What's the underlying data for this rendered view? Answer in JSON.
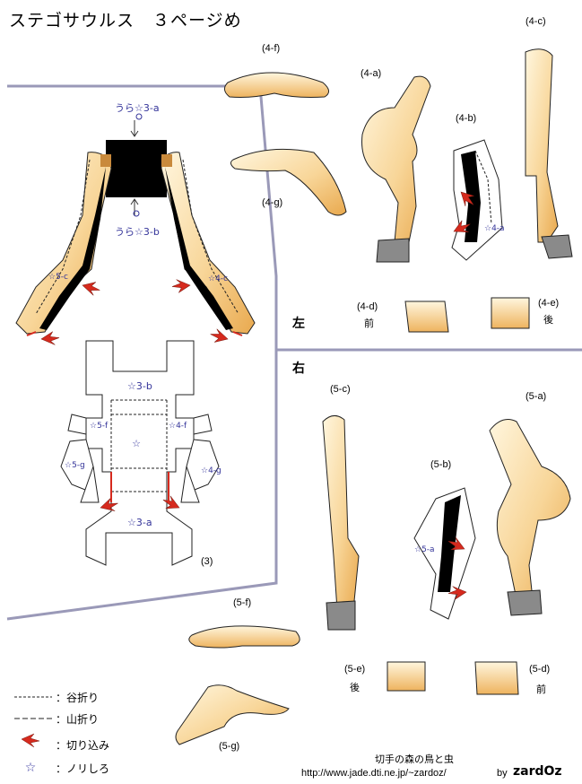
{
  "title": "ステゴサウルス　３ページめ",
  "labels": {
    "p4f": "(4-f)",
    "p4g": "(4-g)",
    "p4a": "(4-a)",
    "p4b": "(4-b)",
    "p4c": "(4-c)",
    "p4d": "(4-d)",
    "p4e": "(4-e)",
    "p5c": "(5-c)",
    "p5a": "(5-a)",
    "p5b": "(5-b)",
    "p5f": "(5-f)",
    "p5g": "(5-g)",
    "p5e": "(5-e)",
    "p5d": "(5-d)",
    "p3": "(3)"
  },
  "sides": {
    "left": "左",
    "right": "右"
  },
  "legs": {
    "front": "前",
    "back": "後"
  },
  "glue_marks": {
    "ura_3a": "うら☆3-a",
    "ura_3b": "うら☆3-b",
    "s3b": "☆3-b",
    "s3a": "☆3-a",
    "s4f": "☆4-f",
    "s5f": "☆5-f",
    "s4g": "☆4-g",
    "s5g": "☆5-g",
    "s4c": "☆4-c",
    "s5c": "☆5-c",
    "s4a": "☆4-a",
    "s5a": "☆5-a"
  },
  "legend": [
    {
      "label": "：谷折り"
    },
    {
      "label": "：山折り"
    },
    {
      "label": "：切り込み"
    },
    {
      "label": "：ノリしろ"
    }
  ],
  "credit": {
    "site": "切手の森の鳥と虫",
    "url": "http://www.jade.dti.ne.jp/~zardoz/",
    "by": "by",
    "brand": "zardOz"
  },
  "colors": {
    "bone": "#f5cf84",
    "bone_light": "#fff4d8",
    "panel_line": "#9a99b8",
    "cut": "#d62a1e",
    "glue": "#3a3aa0"
  }
}
